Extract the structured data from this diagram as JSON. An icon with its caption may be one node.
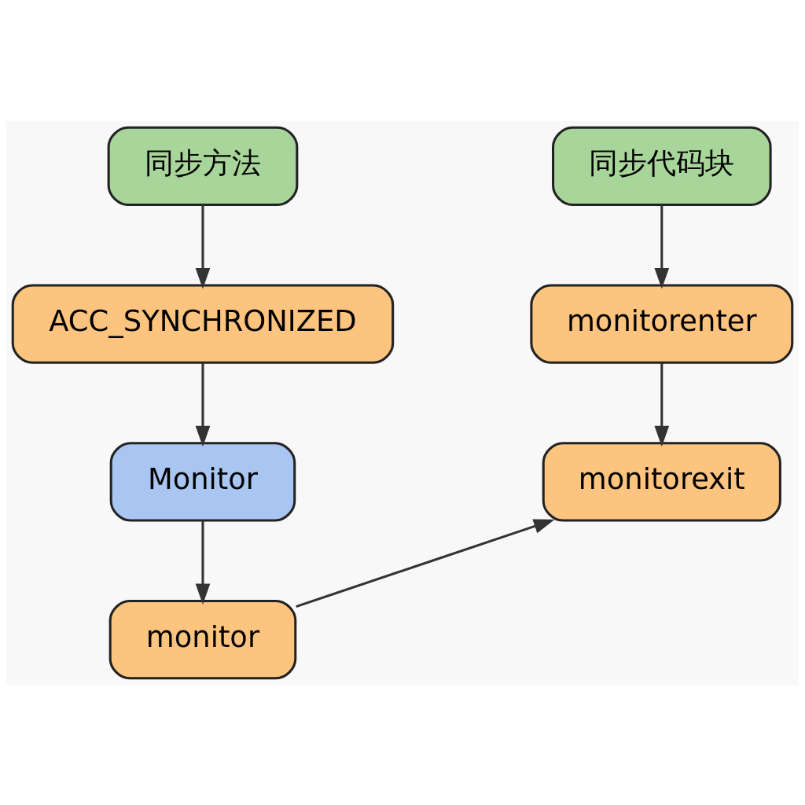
{
  "diagram": {
    "nodes": [
      {
        "text": [
          "同步方法"
        ]
      },
      {
        "text": [
          "ACC_SYNCHRONIZED"
        ]
      },
      {
        "text": [
          "Monitor"
        ]
      },
      {
        "text": [
          "同步代码块"
        ]
      },
      {
        "text": [
          "monitorenter"
        ]
      },
      {
        "text": [
          "monitorexit"
        ]
      },
      {
        "text": [
          "monitor"
        ]
      }
    ],
    "edges": [
      {
        "from": 0,
        "to": 1,
        "arrow": "to"
      },
      {
        "from": 1,
        "to": 2,
        "arrow": "to"
      },
      {
        "from": 2,
        "to": 6,
        "arrow": "to"
      },
      {
        "from": 3,
        "to": 4,
        "arrow": "to"
      },
      {
        "from": 4,
        "to": 5,
        "arrow": "to"
      },
      {
        "from": 6,
        "to": 5,
        "arrow": "to"
      }
    ]
  }
}
